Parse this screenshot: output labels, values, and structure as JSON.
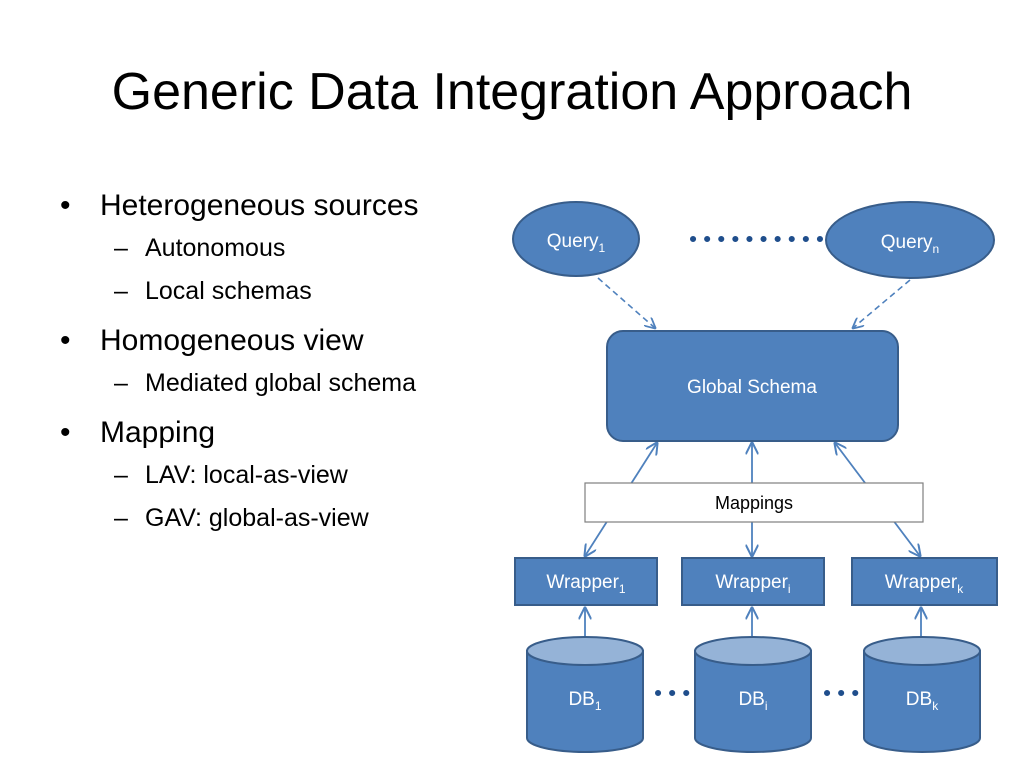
{
  "slide": {
    "title": "Generic Data Integration Approach",
    "bullets": [
      {
        "text": "Heterogeneous sources",
        "subs": [
          "Autonomous",
          "Local schemas"
        ]
      },
      {
        "text": "Homogeneous view",
        "subs": [
          "Mediated global schema"
        ]
      },
      {
        "text": "Mapping",
        "subs": [
          "LAV: local-as-view",
          "GAV: global-as-view"
        ]
      }
    ],
    "dash": "–"
  },
  "diagram": {
    "queries": [
      {
        "base": "Query",
        "sub": "1"
      },
      {
        "base": "Query",
        "sub": "n"
      }
    ],
    "global_schema": "Global Schema",
    "mappings": "Mappings",
    "wrappers": [
      {
        "base": "Wrapper",
        "sub": "1"
      },
      {
        "base": "Wrapper",
        "sub": "i"
      },
      {
        "base": "Wrapper",
        "sub": "k"
      }
    ],
    "dbs": [
      {
        "base": "DB",
        "sub": "1"
      },
      {
        "base": "DB",
        "sub": "i"
      },
      {
        "base": "DB",
        "sub": "k"
      }
    ],
    "colors": {
      "fill": "#4f81bd",
      "stroke": "#385d8a",
      "db_top": "#95b3d7",
      "arrow": "#4f81bd",
      "text_light": "#ffffff"
    }
  }
}
